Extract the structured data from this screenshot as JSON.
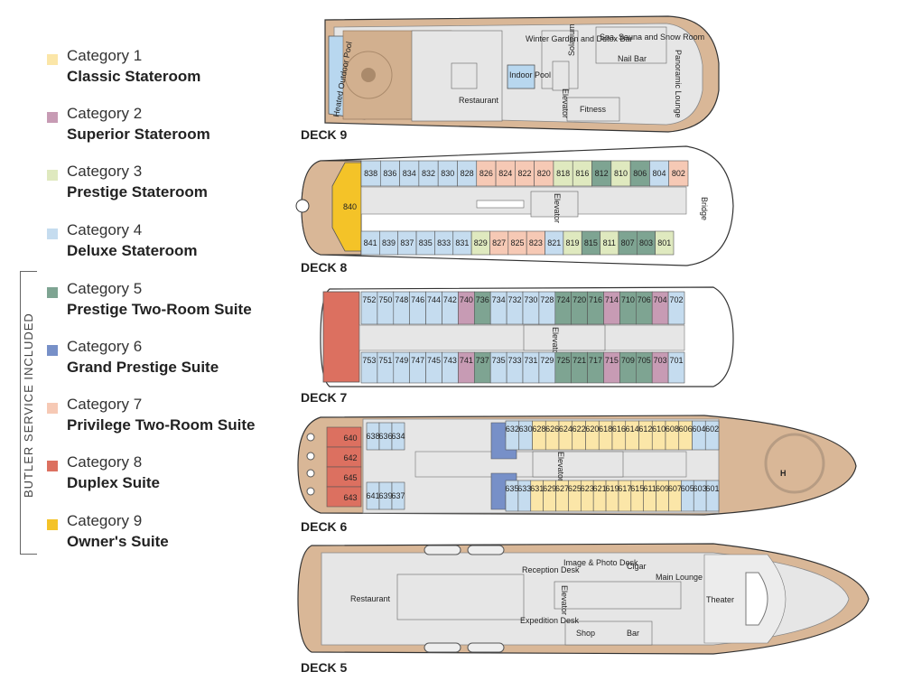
{
  "legend": {
    "butler_label": "BUTLER SERVICE INCLUDED",
    "items": [
      {
        "cat": "Category 1",
        "name": "Classic Stateroom",
        "color": "#fbe6a8"
      },
      {
        "cat": "Category 2",
        "name": "Superior Stateroom",
        "color": "#c79bb4"
      },
      {
        "cat": "Category 3",
        "name": "Prestige Stateroom",
        "color": "#dfe9bf"
      },
      {
        "cat": "Category 4",
        "name": "Deluxe Stateroom",
        "color": "#c5dcef"
      },
      {
        "cat": "Category 5",
        "name": "Prestige Two-Room Suite",
        "color": "#7ea492"
      },
      {
        "cat": "Category 6",
        "name": "Grand Prestige Suite",
        "color": "#7790c8"
      },
      {
        "cat": "Category 7",
        "name": "Privilege Two-Room Suite",
        "color": "#f6c9b5"
      },
      {
        "cat": "Category 8",
        "name": "Duplex Suite",
        "color": "#dc7060"
      },
      {
        "cat": "Category 9",
        "name": "Owner's Suite",
        "color": "#f4c328"
      }
    ]
  },
  "decks": {
    "deck9": {
      "label": "DECK 9",
      "areas": [
        "Heated Outdoor Pool",
        "Restaurant",
        "Indoor Pool",
        "Winter Garden and Detox Bar",
        "Solarium",
        "Elevator",
        "Spa, Sauna and Snow Room",
        "Nail Bar",
        "Fitness",
        "Panoramic Lounge"
      ]
    },
    "deck8": {
      "label": "DECK 8",
      "areas": [
        "Elevator",
        "Bridge"
      ],
      "top": [
        "838",
        "836",
        "834",
        "832",
        "830",
        "828",
        "826",
        "824",
        "822",
        "820",
        "818",
        "816",
        "812",
        "810",
        "806",
        "804",
        "802"
      ],
      "bottom": [
        "841",
        "839",
        "837",
        "835",
        "833",
        "831",
        "829",
        "827",
        "825",
        "823",
        "821",
        "819",
        "815",
        "811",
        "807",
        "803",
        "801"
      ],
      "owner": "840"
    },
    "deck7": {
      "label": "DECK 7",
      "areas": [
        "Elevator"
      ],
      "top": [
        "752",
        "750",
        "748",
        "746",
        "744",
        "742",
        "740",
        "736",
        "734",
        "732",
        "730",
        "728",
        "724",
        "720",
        "716",
        "714",
        "710",
        "706",
        "704",
        "702"
      ],
      "bottom": [
        "753",
        "751",
        "749",
        "747",
        "745",
        "743",
        "741",
        "737",
        "735",
        "733",
        "731",
        "729",
        "725",
        "721",
        "717",
        "715",
        "709",
        "705",
        "703",
        "701"
      ]
    },
    "deck6": {
      "label": "DECK 6",
      "areas": [
        "Elevator"
      ],
      "duplex": [
        "640",
        "642",
        "645",
        "643"
      ],
      "top_left": [
        "638",
        "636",
        "634"
      ],
      "bottom_left": [
        "641",
        "639",
        "637"
      ],
      "top": [
        "632",
        "630",
        "628",
        "626",
        "624",
        "622",
        "620",
        "618",
        "616",
        "614",
        "612",
        "610",
        "608",
        "606",
        "604",
        "602"
      ],
      "bottom": [
        "635",
        "633",
        "631",
        "629",
        "627",
        "625",
        "623",
        "621",
        "619",
        "617",
        "615",
        "611",
        "609",
        "607",
        "605",
        "603",
        "601"
      ]
    },
    "deck5": {
      "label": "DECK 5",
      "areas": [
        "Restaurant",
        "Reception Desk",
        "Image & Photo Desk",
        "Cigar",
        "Main Lounge",
        "Elevator",
        "Theater",
        "Expedition Desk",
        "Shop",
        "Bar"
      ]
    }
  }
}
